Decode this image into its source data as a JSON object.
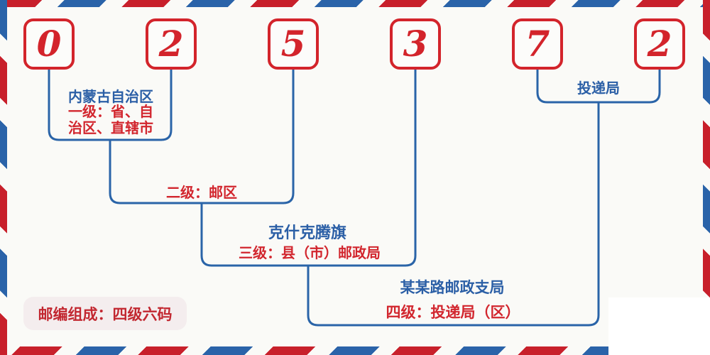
{
  "postal_code": {
    "digits": [
      "0",
      "2",
      "5",
      "3",
      "7",
      "2"
    ]
  },
  "levels": {
    "level1": {
      "name": "内蒙古自治区",
      "desc": "一级：省、自\n治区、直辖市"
    },
    "level2": {
      "desc": "二级：邮区"
    },
    "level3": {
      "name": "克什克腾旗",
      "desc": "三级：县（市）邮政局"
    },
    "level4": {
      "name": "某某路邮政支局",
      "desc": "四级：投递局（区）"
    },
    "delivery": {
      "name": "投递局"
    }
  },
  "badge": {
    "label": "邮编组成：四级六码"
  },
  "colors": {
    "stripe_red": "#c8202b",
    "stripe_blue": "#2a63a9",
    "box_border_red": "#d3242b",
    "digit_red": "#d3242b",
    "line_blue": "#2a64a8",
    "text_blue": "#2b5fa6",
    "text_red": "#d2262e",
    "badge_text_red": "#c22730",
    "badge_bg": "#f4edee",
    "background": "#fafaf7"
  }
}
